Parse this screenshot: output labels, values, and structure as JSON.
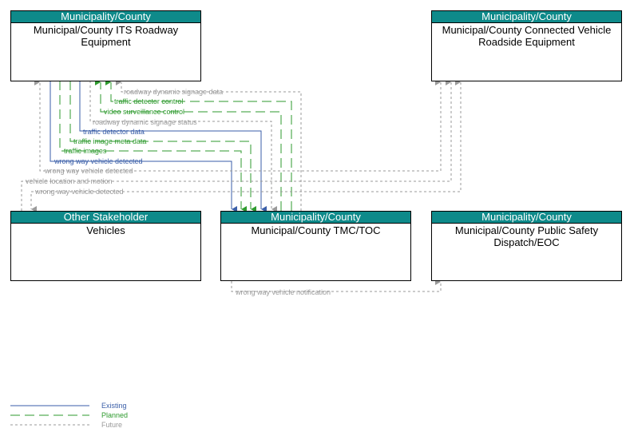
{
  "colors": {
    "existing": "#3a5ea8",
    "planned": "#2e9a2e",
    "future": "#999999",
    "header": "#0e8a8a"
  },
  "elements": {
    "its_roadway": {
      "category": "Municipality/County",
      "title": "Municipal/County ITS Roadway Equipment"
    },
    "cv_roadside": {
      "category": "Municipality/County",
      "title": "Municipal/County Connected Vehicle Roadside Equipment"
    },
    "vehicles": {
      "category": "Other Stakeholder",
      "title": "Vehicles"
    },
    "tmc": {
      "category": "Municipality/County",
      "title": "Municipal/County TMC/TOC"
    },
    "psap": {
      "category": "Municipality/County",
      "title": "Municipal/County Public Safety Dispatch/EOC"
    }
  },
  "flows": {
    "f1": "roadway dynamic signage data",
    "f2": "traffic detector control",
    "f3": "video surveillance control",
    "f4": "roadway dynamic signage status",
    "f5": "traffic detector data",
    "f6": "traffic image meta data",
    "f7": "traffic images",
    "f8": "wrong way vehicle detected",
    "f9": "wrong way vehicle detected",
    "f10": "vehicle location and motion",
    "f11": "wrong way vehicle detected",
    "f12": "wrong way vehicle notification"
  },
  "legend": {
    "existing": "Existing",
    "planned": "Planned",
    "future": "Future"
  }
}
